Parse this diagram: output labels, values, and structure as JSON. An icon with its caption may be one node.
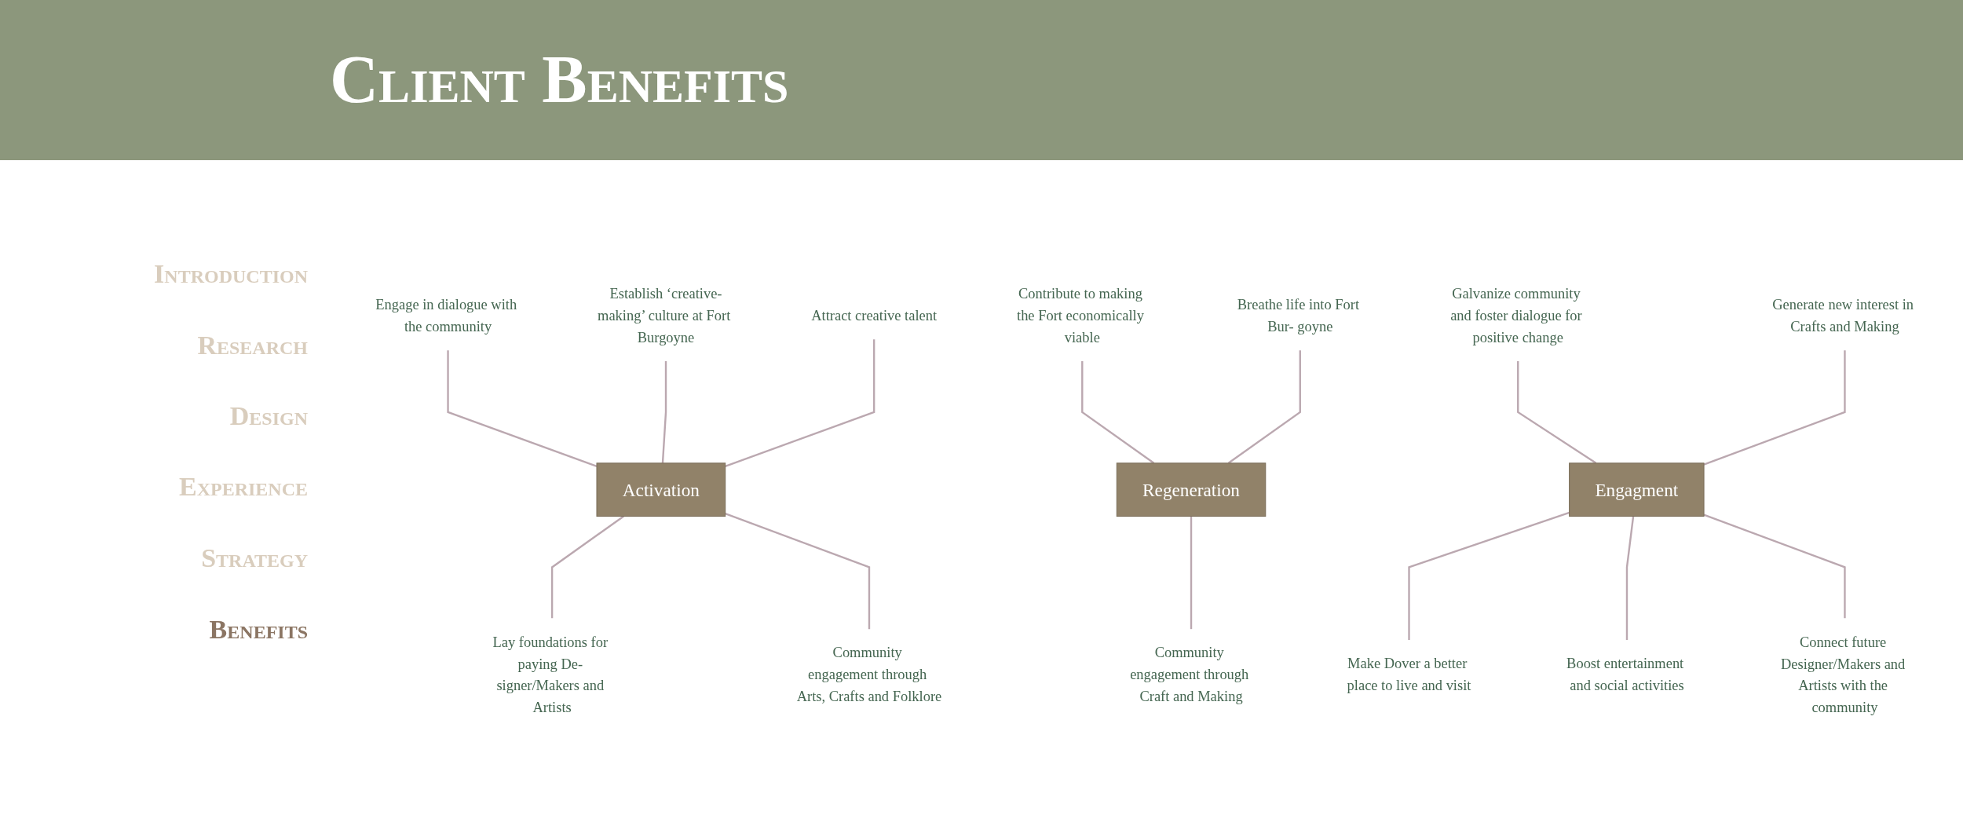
{
  "diagram": {
    "title": "Client Benefits",
    "nodes": [
      {
        "text": [
          "Activation"
        ]
      },
      {
        "text": [
          "Engage in dialogue with the community"
        ]
      },
      {
        "text": [
          "Establish ‘creative-making’ culture at Fort Burgoyne"
        ]
      },
      {
        "text": [
          "Attract creative talent"
        ]
      },
      {
        "text": [
          "Lay foundations for paying De- signer/Makers and Artists"
        ]
      },
      {
        "text": [
          "Community engagement through Arts, Crafts and Folklore"
        ]
      },
      {
        "text": [
          "Regeneration"
        ]
      },
      {
        "text": [
          "Contribute to making the Fort economically viable"
        ]
      },
      {
        "text": [
          "Breathe life into Fort Bur- goyne"
        ]
      },
      {
        "text": [
          "Community engagement through Craft and Making"
        ]
      },
      {
        "text": [
          "Engagment"
        ]
      },
      {
        "text": [
          "Galvanize community and foster dialogue for positive change"
        ]
      },
      {
        "text": [
          "Generate new interest in Crafts and Making"
        ]
      },
      {
        "text": [
          "Make Dover a better place to live and visit"
        ]
      },
      {
        "text": [
          "Boost entertainment and social activities"
        ]
      },
      {
        "text": [
          "Connect future Designer/Makers and Artists with the community"
        ]
      }
    ],
    "edges": [
      {
        "from": 1,
        "to": 0,
        "arrow": "none"
      },
      {
        "from": 2,
        "to": 0,
        "arrow": "none"
      },
      {
        "from": 3,
        "to": 0,
        "arrow": "none"
      },
      {
        "from": 0,
        "to": 4,
        "arrow": "none"
      },
      {
        "from": 0,
        "to": 5,
        "arrow": "none"
      },
      {
        "from": 7,
        "to": 6,
        "arrow": "none"
      },
      {
        "from": 8,
        "to": 6,
        "arrow": "none"
      },
      {
        "from": 6,
        "to": 9,
        "arrow": "none"
      },
      {
        "from": 11,
        "to": 10,
        "arrow": "none"
      },
      {
        "from": 12,
        "to": 10,
        "arrow": "none"
      },
      {
        "from": 10,
        "to": 13,
        "arrow": "none"
      },
      {
        "from": 10,
        "to": 14,
        "arrow": "none"
      },
      {
        "from": 10,
        "to": 15,
        "arrow": "none"
      }
    ],
    "labels": [
      "Introduction",
      "Research",
      "Design",
      "Experience",
      "Strategy",
      "Benefits"
    ]
  }
}
